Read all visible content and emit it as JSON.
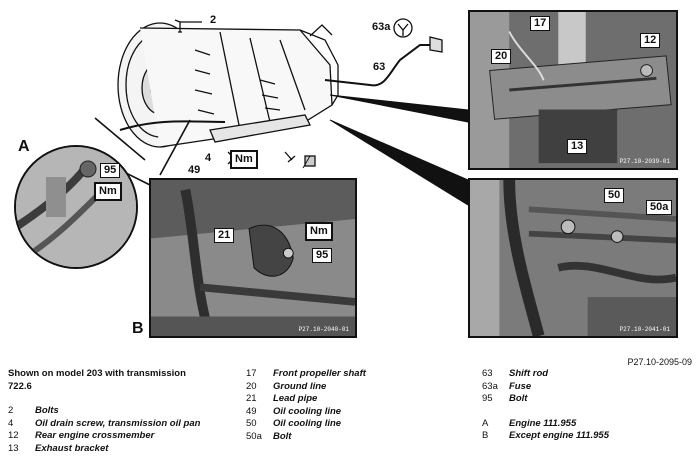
{
  "figure_id": "P27.10-2095-09",
  "note": "Shown on model 203 with transmission 722.6",
  "detail_labels": {
    "a": "A",
    "b": "B"
  },
  "torque_label": "Nm",
  "photo_ids": {
    "top_right": "P27.10-2039-01",
    "bottom_left": "P27.10-2040-01",
    "bottom_right": "P27.10-2041-01"
  },
  "callouts": {
    "c2": "2",
    "c4": "4",
    "c12": "12",
    "c13": "13",
    "c17": "17",
    "c20": "20",
    "c21": "21",
    "c49": "49",
    "c50": "50",
    "c50a": "50a",
    "c63": "63",
    "c63a": "63a",
    "c95_a": "95",
    "c95_b": "95"
  },
  "legend": {
    "col1": [
      {
        "num": "2",
        "text": "Bolts"
      },
      {
        "num": "4",
        "text": "Oil drain screw, transmission oil pan"
      },
      {
        "num": "12",
        "text": "Rear engine crossmember"
      },
      {
        "num": "13",
        "text": "Exhaust bracket"
      }
    ],
    "col2": [
      {
        "num": "17",
        "text": "Front propeller shaft"
      },
      {
        "num": "20",
        "text": "Ground line"
      },
      {
        "num": "21",
        "text": "Lead pipe"
      },
      {
        "num": "49",
        "text": "Oil cooling line"
      },
      {
        "num": "50",
        "text": "Oil cooling line"
      },
      {
        "num": "50a",
        "text": "Bolt"
      }
    ],
    "col3": [
      {
        "num": "63",
        "text": "Shift rod"
      },
      {
        "num": "63a",
        "text": "Fuse"
      },
      {
        "num": "95",
        "text": "Bolt"
      },
      {
        "num": "A",
        "text": "Engine 111.955"
      },
      {
        "num": "B",
        "text": "Except engine 111.955"
      }
    ]
  },
  "colors": {
    "photo_dark": "#3a3a3a",
    "photo_mid": "#8a8a8a",
    "line": "#111111"
  }
}
